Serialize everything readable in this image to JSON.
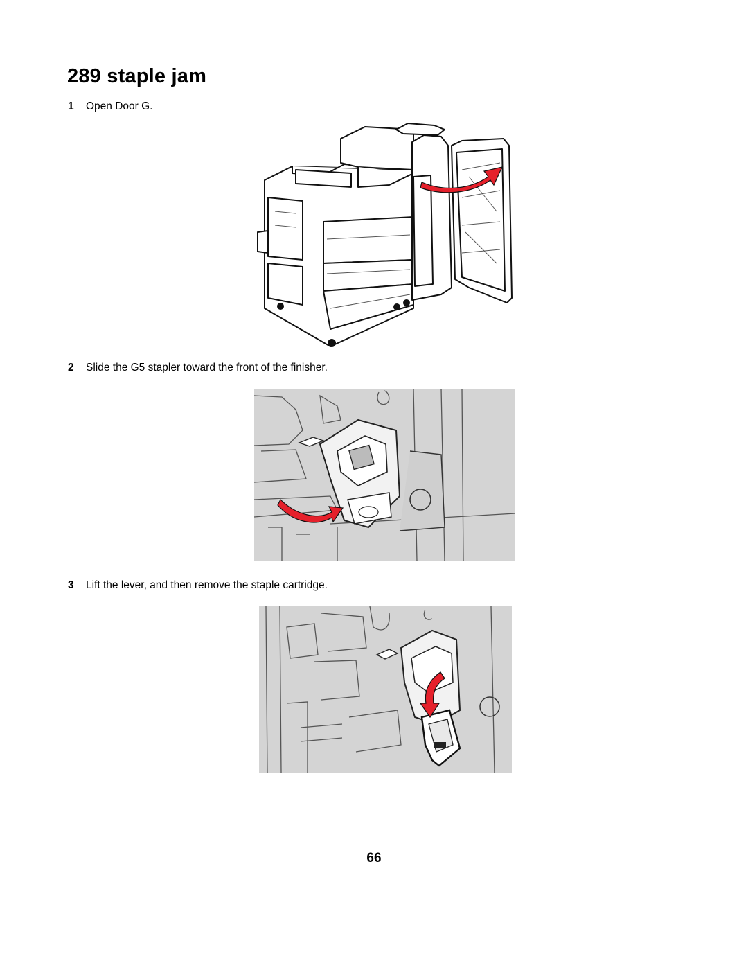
{
  "title": "289 staple jam",
  "steps": [
    {
      "number": "1",
      "text": "Open Door G."
    },
    {
      "number": "2",
      "text": "Slide the G5 stapler toward the front of the finisher."
    },
    {
      "number": "3",
      "text": "Lift the lever, and then remove the staple cartridge."
    }
  ],
  "page_number": "66",
  "colors": {
    "arrow": "#e5202b",
    "photo_background": "#d4d4d4"
  }
}
